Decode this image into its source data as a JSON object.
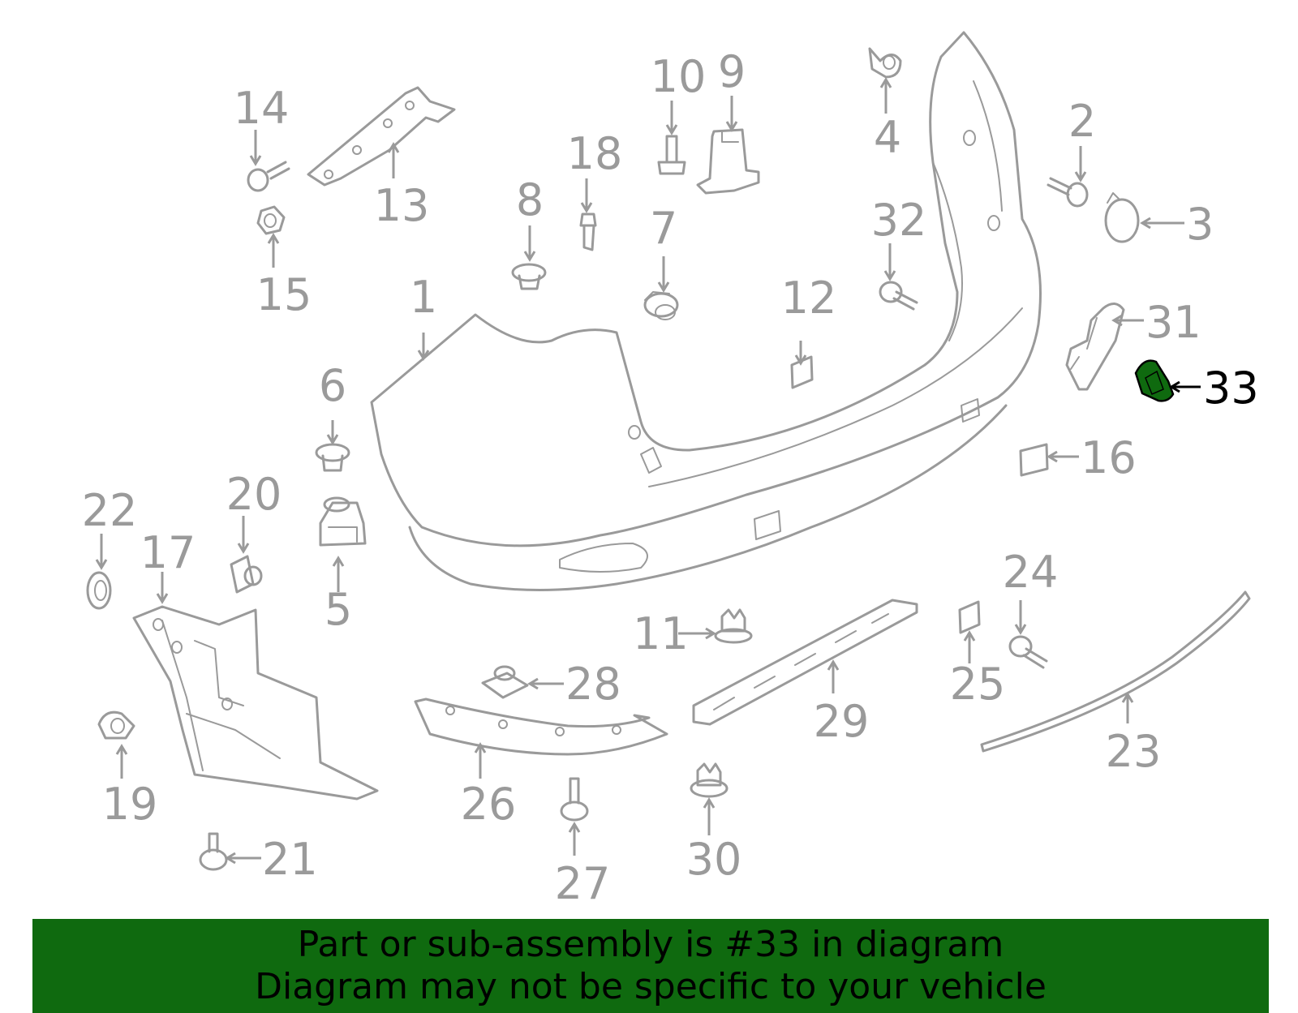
{
  "callouts": [
    {
      "number": "1",
      "highlighted": false
    },
    {
      "number": "2",
      "highlighted": false
    },
    {
      "number": "3",
      "highlighted": false
    },
    {
      "number": "4",
      "highlighted": false
    },
    {
      "number": "5",
      "highlighted": false
    },
    {
      "number": "6",
      "highlighted": false
    },
    {
      "number": "7",
      "highlighted": false
    },
    {
      "number": "8",
      "highlighted": false
    },
    {
      "number": "9",
      "highlighted": false
    },
    {
      "number": "10",
      "highlighted": false
    },
    {
      "number": "11",
      "highlighted": false
    },
    {
      "number": "12",
      "highlighted": false
    },
    {
      "number": "13",
      "highlighted": false
    },
    {
      "number": "14",
      "highlighted": false
    },
    {
      "number": "15",
      "highlighted": false
    },
    {
      "number": "16",
      "highlighted": false
    },
    {
      "number": "17",
      "highlighted": false
    },
    {
      "number": "18",
      "highlighted": false
    },
    {
      "number": "19",
      "highlighted": false
    },
    {
      "number": "20",
      "highlighted": false
    },
    {
      "number": "21",
      "highlighted": false
    },
    {
      "number": "22",
      "highlighted": false
    },
    {
      "number": "23",
      "highlighted": false
    },
    {
      "number": "24",
      "highlighted": false
    },
    {
      "number": "25",
      "highlighted": false
    },
    {
      "number": "26",
      "highlighted": false
    },
    {
      "number": "27",
      "highlighted": false
    },
    {
      "number": "28",
      "highlighted": false
    },
    {
      "number": "29",
      "highlighted": false
    },
    {
      "number": "30",
      "highlighted": false
    },
    {
      "number": "31",
      "highlighted": false
    },
    {
      "number": "32",
      "highlighted": false
    },
    {
      "number": "33",
      "highlighted": true
    }
  ],
  "colors": {
    "part_outline": "#9a9a9a",
    "highlight_part": "#0f6a0f",
    "banner_background": "#0f6a0f",
    "banner_text": "#000000"
  },
  "banner": {
    "line1": "Part or sub-assembly is #33 in diagram",
    "line2": "Diagram may not be specific to your vehicle"
  }
}
